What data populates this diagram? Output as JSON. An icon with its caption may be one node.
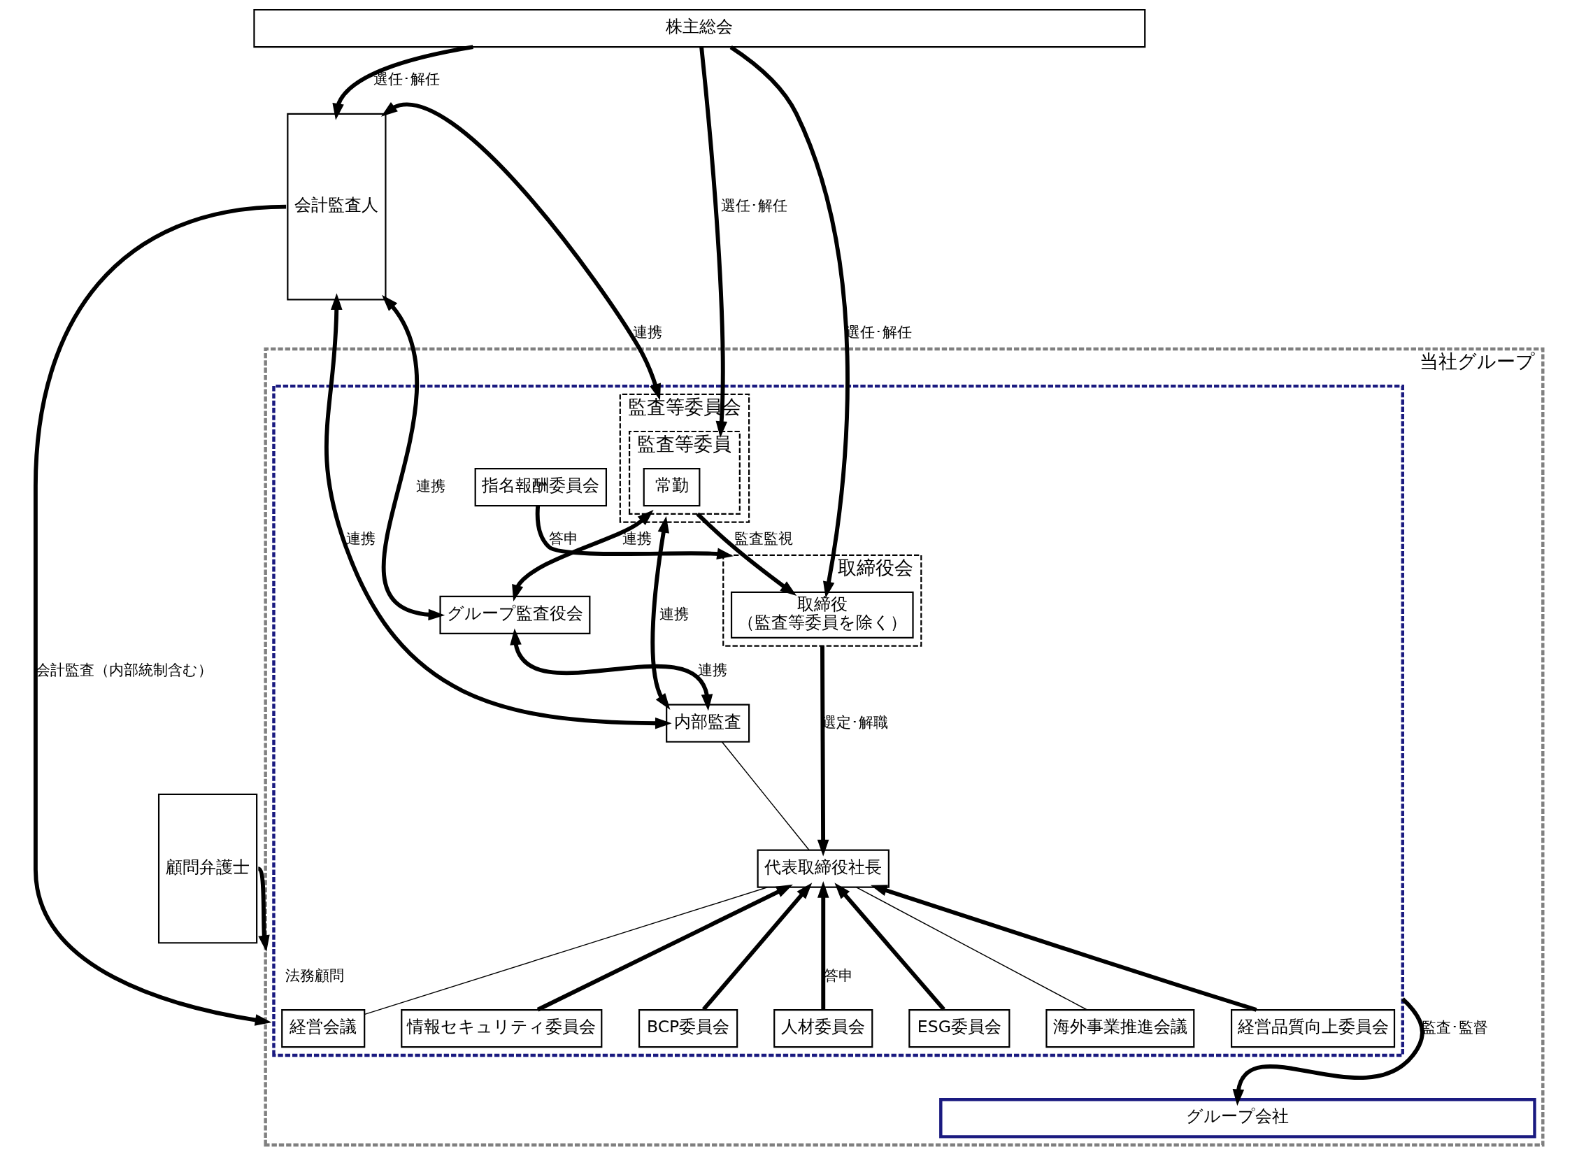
{
  "diagram": {
    "nodes": [
      {
        "text": [
          "株主総会"
        ]
      },
      {
        "text": [
          "当社グループ"
        ]
      },
      {
        "text": [],
        "shape": "box",
        "in": 1
      },
      {
        "text": [
          "監査等委員会"
        ],
        "in": 2
      },
      {
        "text": [
          "監査等委員"
        ],
        "in": 3
      },
      {
        "text": [
          "常勤"
        ],
        "in": 4
      },
      {
        "text": [
          "取締役会"
        ],
        "in": 2
      },
      {
        "text": [
          "取締役",
          "（監査等委員を除く）"
        ],
        "in": 6
      },
      {
        "text": [
          "指名報酬委員会"
        ],
        "in": 2
      },
      {
        "text": [
          "グループ監査役会"
        ],
        "in": 2
      },
      {
        "text": [
          "内部監査"
        ],
        "in": 2
      },
      {
        "text": [
          "代表取締役社長"
        ],
        "in": 2
      },
      {
        "text": [
          "人材委員会"
        ],
        "in": 2
      },
      {
        "text": [
          "ESG委員会"
        ],
        "in": 2
      },
      {
        "text": [
          "経営会議"
        ],
        "in": 2
      },
      {
        "text": [
          "海外事業推進会議"
        ],
        "in": 2
      },
      {
        "text": [
          "経営品質向上委員会"
        ],
        "in": 2
      },
      {
        "text": [
          "情報セキュリティ委員会"
        ],
        "in": 2
      },
      {
        "text": [
          "BCP委員会"
        ],
        "in": 2
      },
      {
        "text": [
          "グループ会社"
        ],
        "in": 1
      },
      {
        "text": [
          "会計監査人"
        ]
      },
      {
        "text": [
          "顧問弁護士"
        ]
      }
    ],
    "edges": [
      {
        "from": 0,
        "to": 20,
        "arrow": "to",
        "label": "選任･解任"
      },
      {
        "from": 0,
        "to": 4,
        "arrow": "to",
        "label": "選任･解任"
      },
      {
        "from": 0,
        "to": 7,
        "arrow": "to",
        "label": "選任･解任"
      },
      {
        "from": 20,
        "to": 3,
        "arrow": "both",
        "label": "連携"
      },
      {
        "from": 20,
        "to": 1,
        "arrow": "to",
        "label": "会計監査（内部統制含む）"
      },
      {
        "from": 20,
        "to": 9,
        "arrow": "both",
        "label": "連携"
      },
      {
        "from": 20,
        "to": 10,
        "arrow": "both",
        "label": "連携"
      },
      {
        "from": 4,
        "to": 7,
        "arrow": "to",
        "label": "監査監視"
      },
      {
        "from": 8,
        "to": 6,
        "arrow": "to",
        "label": "答申"
      },
      {
        "from": 4,
        "to": 9,
        "arrow": "both",
        "label": "連携"
      },
      {
        "from": 3,
        "to": 10,
        "arrow": "both",
        "label": "連携"
      },
      {
        "from": 9,
        "to": 10,
        "arrow": "both",
        "label": "連携"
      },
      {
        "from": 6,
        "to": 11,
        "arrow": "to",
        "label": "選定･解職"
      },
      {
        "from": 10,
        "to": 11,
        "arrow": "none"
      },
      {
        "from": 12,
        "to": 11,
        "arrow": "to",
        "label": "答申"
      },
      {
        "from": 13,
        "to": 11,
        "arrow": "to"
      },
      {
        "from": 16,
        "to": 11,
        "arrow": "to"
      },
      {
        "from": 17,
        "to": 11,
        "arrow": "to"
      },
      {
        "from": 18,
        "to": 11,
        "arrow": "to"
      },
      {
        "from": 11,
        "to": 14,
        "arrow": "none"
      },
      {
        "from": 11,
        "to": 15,
        "arrow": "none"
      },
      {
        "from": 2,
        "to": 19,
        "arrow": "to",
        "label": "監査･監督"
      },
      {
        "from": 21,
        "to": 1,
        "arrow": "to",
        "label": "法務顧問"
      }
    ]
  }
}
